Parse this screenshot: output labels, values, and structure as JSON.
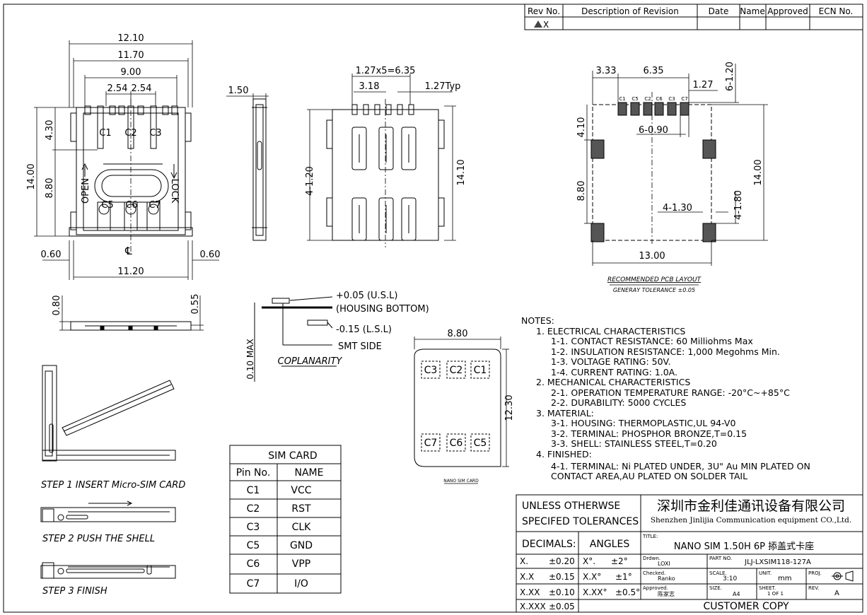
{
  "revision_table": {
    "headers": [
      "Rev No.",
      "Description of Revision",
      "Date",
      "Name",
      "Approved",
      "ECN No."
    ],
    "row": {
      "rev": "X",
      "description": "",
      "date": "",
      "name": "",
      "approved": "",
      "ecn": ""
    }
  },
  "top_view": {
    "dims": {
      "overall_width": "12.10",
      "shell_width": "11.70",
      "pin_span": "9.00",
      "pitch_a": "2.54",
      "pitch_b": "2.54",
      "top_to_row": "4.30",
      "row_spacing": "8.80",
      "overall_height": "14.00",
      "left_offset": "0.60",
      "right_offset": "0.60",
      "base_width": "11.20"
    },
    "contact_labels_top": [
      "C1",
      "C2",
      "C3"
    ],
    "contact_labels_bottom": [
      "C5",
      "C6",
      "C7"
    ],
    "open_label": "OPEN",
    "lock_label": "LOCK",
    "centerline": "℄"
  },
  "side_view": {
    "thickness": "1.50"
  },
  "bottom_view": {
    "dims": {
      "pitch_total": "1.27x5=6.35",
      "span": "3.18",
      "typ": "1.27Typ",
      "pad_size": "4-1.20",
      "height": "14.10"
    }
  },
  "pcb_layout": {
    "dims": {
      "left_offset": "3.33",
      "pad_span": "6.35",
      "pad_height": "6-1.20",
      "pitch": "1.27",
      "top_offset": "4.10",
      "pad_width": "6-0.90",
      "height": "14.00",
      "vertical_spacing": "8.80",
      "slot_width": "4-1.30",
      "slot_height": "4-1.80",
      "width": "13.00"
    },
    "pad_labels": [
      "C1",
      "C5",
      "C2",
      "C6",
      "C3",
      "C7"
    ],
    "caption": "RECOMMENDED PCB LAYOUT",
    "tolerance": "GENERAY TOLERANCE ±0.05"
  },
  "front_view": {
    "height_left": "0.80",
    "height_right": "0.55"
  },
  "coplanarity": {
    "usl": "+0.05 (U.S.L)",
    "housing_bottom": "(HOUSING BOTTOM)",
    "lsl": "-0.15 (L.S.L)",
    "smt_side": "SMT SIDE",
    "max_label": "0.10 MAX",
    "title": "COPLANARITY"
  },
  "nano_card": {
    "width": "8.80",
    "height": "12.30",
    "top_contacts": [
      "C3",
      "C2",
      "C1"
    ],
    "bottom_contacts": [
      "C7",
      "C6",
      "C5"
    ],
    "caption": "NANO SIM CARD"
  },
  "steps": [
    "STEP 1 INSERT Micro-SIM CARD",
    "STEP 2   PUSH THE SHELL",
    "STEP 3   FINISH"
  ],
  "sim_table": {
    "title": "SIM CARD",
    "headers": [
      "Pin No.",
      "NAME"
    ],
    "rows": [
      [
        "C1",
        "VCC"
      ],
      [
        "C2",
        "RST"
      ],
      [
        "C3",
        "CLK"
      ],
      [
        "C5",
        "GND"
      ],
      [
        "C6",
        "VPP"
      ],
      [
        "C7",
        "I/O"
      ]
    ]
  },
  "notes": {
    "heading": "NOTES:",
    "lines": [
      "1. ELECTRICAL CHARACTERISTICS",
      "1-1. CONTACT RESISTANCE: 60 Milliohms   Max",
      "1-2. INSULATION RESISTANCE: 1,000 Megohms Min.",
      "1-3. VOLTAGE RATING: 50V.",
      "1-4. CURRENT RATING: 1.0A.",
      "2. MECHANICAL CHARACTERISTICS",
      "2-1. OPERATION TEMPERATURE RANGE: -20°C~+85°C",
      "2-2. DURABILITY: 5000 CYCLES",
      "3. MATERIAL:",
      "3-1. HOUSING: THERMOPLASTIC,UL 94-V0",
      "3-2. TERMINAL: PHOSPHOR BRONZE,T=0.15",
      "3-3. SHELL: STAINLESS STEEL,T=0.20",
      "4. FINISHED:",
      "4-1. TERMINAL: Ni PLATED UNDER, 3U\" Au MIN PLATED ON",
      "CONTACT AREA,AU PLATED ON SOLDER TAIL"
    ]
  },
  "title_block": {
    "unless": "UNLESS  OTHERWSE",
    "specifed": "SPECIFED  TOLERANCES",
    "company_cn": "深圳市金利佳通讯设备有限公司",
    "company_en": "Shenzhen Jinlijia Communication equipment CO.,Ltd.",
    "decimals": "DECIMALS:",
    "angles": "ANGLES",
    "title_label": "TITLE:",
    "title_value": "NANO  SIM  1.50H  6P  掭盖式卡座",
    "tol_rows": [
      [
        "X.",
        "±0.20",
        "X°.",
        "±2°"
      ],
      [
        "X.X",
        "±0.15",
        "X.X°",
        "±1°"
      ],
      [
        "X.XX",
        "±0.10",
        "X.XX°",
        "±0.5°"
      ],
      [
        "X.XXX",
        "±0.05",
        "",
        ""
      ]
    ],
    "drawn_label": "Drdwn.",
    "drawn_value": "LOXI",
    "part_label": "PART NO.",
    "part_value": "JLJ-LXSIM118-127A",
    "checked_label": "Checked.",
    "checked_value": "Ranko",
    "scale_label": "SCALE.",
    "scale_value": "3:10",
    "unit_label": "UNIT.",
    "unit_value": "mm",
    "proj_label": "PROJ.",
    "approved_label": "Approved.",
    "approved_value": "陈家志",
    "size_label": "SIZE.",
    "size_value": "A4",
    "sheet_label": "SHEET.",
    "sheet_value": "1 OF 1",
    "rev_label": "REV.",
    "rev_value": "A",
    "customer_copy": "CUSTOMER  COPY"
  }
}
